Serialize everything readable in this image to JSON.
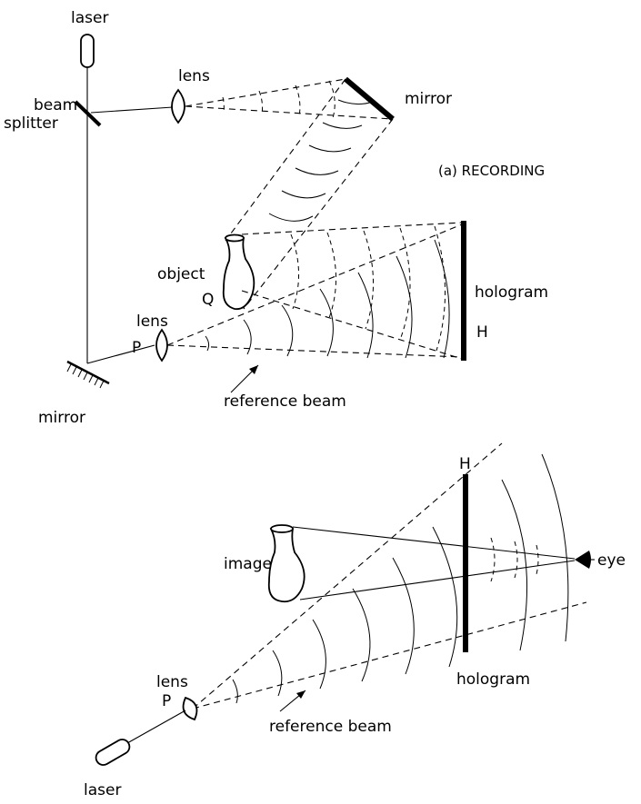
{
  "recording": {
    "laser": "laser",
    "lens_top": "lens",
    "beam_splitter_line1": "beam",
    "beam_splitter_line2": "splitter",
    "mirror_top": "mirror",
    "title": "(a) RECORDING",
    "object": "object",
    "point_q": "Q",
    "hologram": "hologram",
    "point_h": "H",
    "lens_bottom": "lens",
    "point_p": "P",
    "reference_beam": "reference beam",
    "mirror_bottom": "mirror"
  },
  "reconstruction": {
    "point_h": "H",
    "image": "image",
    "eye": "eye",
    "lens": "lens",
    "point_p": "P",
    "hologram": "hologram",
    "reference_beam": "reference beam",
    "laser": "laser"
  }
}
